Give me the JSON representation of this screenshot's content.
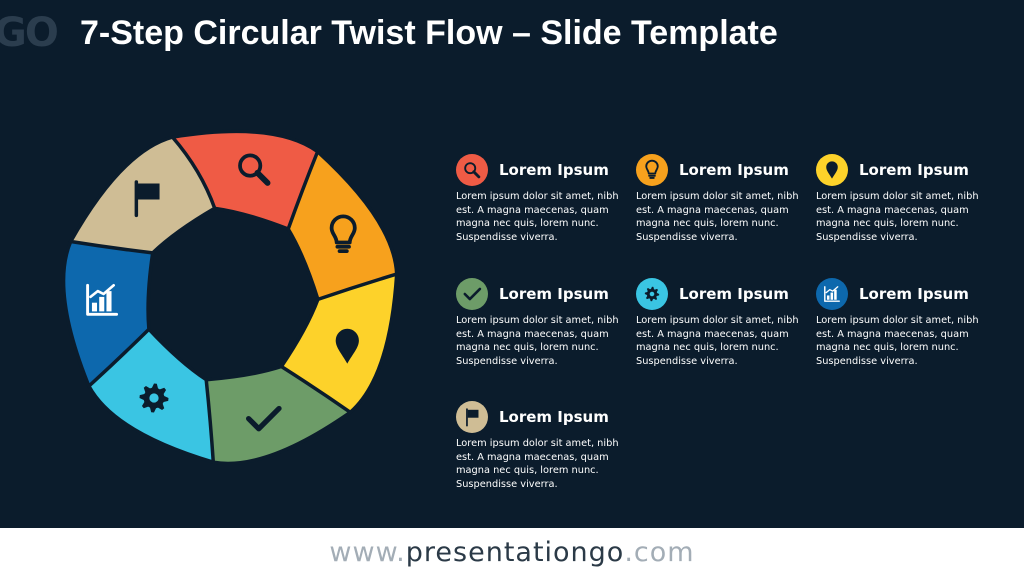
{
  "header": {
    "logo_text": "GO",
    "title": "7-Step Circular Twist Flow – Slide Template"
  },
  "colors": {
    "background": "#0b1c2c",
    "red": "#ef5b45",
    "orange": "#f7a11d",
    "yellow": "#fdd22a",
    "green": "#6d9c68",
    "cyan": "#3ac5e3",
    "blue": "#0d68ad",
    "tan": "#cfbd95"
  },
  "diagram": {
    "segments": [
      {
        "color": "#ef5b45",
        "icon": "magnifier-icon"
      },
      {
        "color": "#f7a11d",
        "icon": "lightbulb-icon"
      },
      {
        "color": "#fdd22a",
        "icon": "map-pin-icon"
      },
      {
        "color": "#6d9c68",
        "icon": "checkmark-icon"
      },
      {
        "color": "#3ac5e3",
        "icon": "gear-icon"
      },
      {
        "color": "#0d68ad",
        "icon": "bar-chart-icon"
      },
      {
        "color": "#cfbd95",
        "icon": "flag-icon"
      }
    ]
  },
  "items": [
    {
      "title": "Lorem Ipsum",
      "color": "#ef5b45",
      "icon": "magnifier-icon",
      "body": "Lorem ipsum dolor sit amet, nibh est. A magna maecenas, quam magna nec quis, lorem nunc. Suspendisse viverra."
    },
    {
      "title": "Lorem Ipsum",
      "color": "#f7a11d",
      "icon": "lightbulb-icon",
      "body": "Lorem ipsum dolor sit amet, nibh est. A magna maecenas, quam magna nec quis, lorem nunc. Suspendisse viverra."
    },
    {
      "title": "Lorem Ipsum",
      "color": "#fdd22a",
      "icon": "map-pin-icon",
      "body": "Lorem ipsum dolor sit amet, nibh est. A magna maecenas, quam magna nec quis, lorem nunc. Suspendisse viverra."
    },
    {
      "title": "Lorem Ipsum",
      "color": "#6d9c68",
      "icon": "checkmark-icon",
      "body": "Lorem ipsum dolor sit amet, nibh est. A magna maecenas, quam magna nec quis, lorem nunc. Suspendisse viverra."
    },
    {
      "title": "Lorem Ipsum",
      "color": "#3ac5e3",
      "icon": "gear-icon",
      "body": "Lorem ipsum dolor sit amet, nibh est. A magna maecenas, quam magna nec quis, lorem nunc. Suspendisse viverra."
    },
    {
      "title": "Lorem Ipsum",
      "color": "#0d68ad",
      "icon": "bar-chart-icon",
      "body": "Lorem ipsum dolor sit amet, nibh est. A magna maecenas, quam magna nec quis, lorem nunc. Suspendisse viverra."
    },
    {
      "title": "Lorem Ipsum",
      "color": "#cfbd95",
      "icon": "flag-icon",
      "body": "Lorem ipsum dolor sit amet, nibh est. A magna maecenas, quam magna nec quis, lorem nunc. Suspendisse viverra."
    }
  ],
  "footer": {
    "prefix": "www.",
    "brand": "presentationgo",
    "suffix": ".com"
  }
}
